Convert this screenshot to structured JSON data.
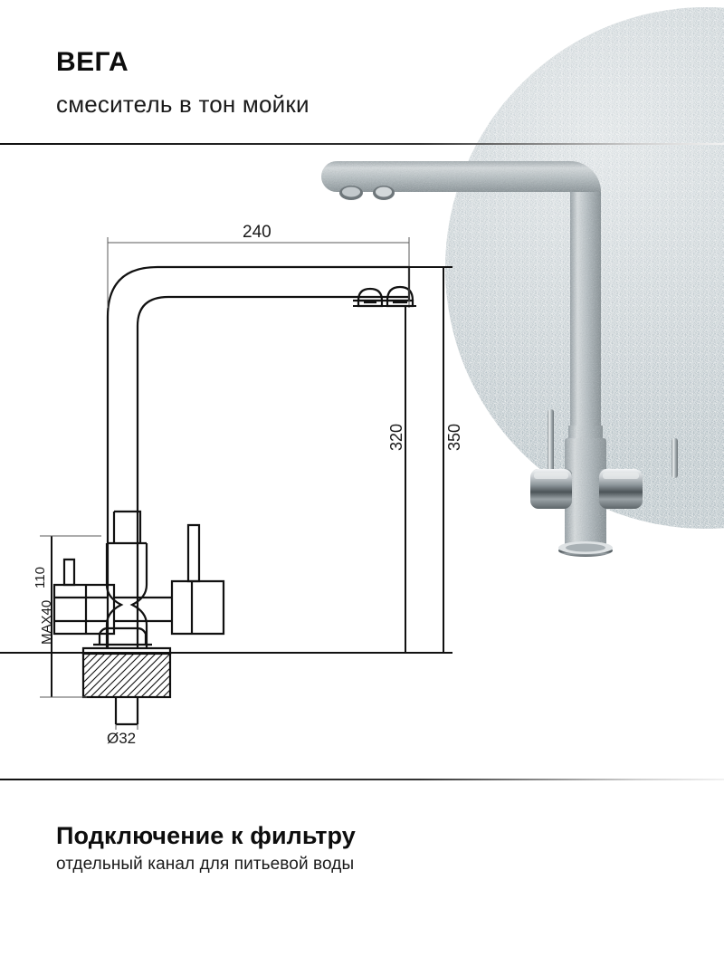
{
  "header": {
    "title": "ВЕГА",
    "subtitle": "смеситель в тон мойки"
  },
  "footer": {
    "title": "Подключение к фильтру",
    "subtitle": "отдельный канал для питьевой воды"
  },
  "drawing": {
    "dimensions": {
      "spout_reach": "240",
      "aerator_height": "320",
      "total_height": "350",
      "handle_height": "110",
      "max_countertop": "MAX40",
      "hole_diameter": "Ø32"
    },
    "units_note": ""
  },
  "colors": {
    "ink": "#0d0d0d",
    "line": "#1a1a1a",
    "granite": "#b3bcc0",
    "chrome": "#c8ccce",
    "paper": "#ffffff"
  },
  "photo": {
    "product_alt": "granite kitchen mixer tap with two chrome lever handles",
    "background_shape": "circle"
  }
}
